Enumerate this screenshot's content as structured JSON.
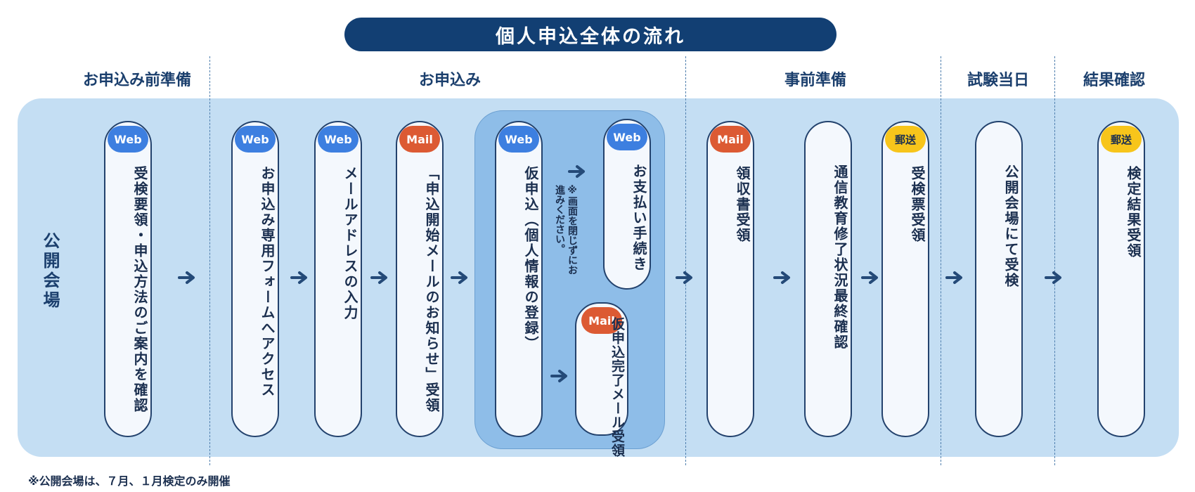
{
  "title": "個人申込全体の流れ",
  "phases": {
    "prep": "お申込み前準備",
    "apply": "お申込み",
    "advance": "事前準備",
    "exam_day": "試験当日",
    "results": "結果確認"
  },
  "venue_label": "公開会場",
  "badges": {
    "web": "Web",
    "mail": "Mail",
    "post": "郵送"
  },
  "steps": {
    "s1": "受検要領・申込方法のご案内を確認",
    "s2": "お申込み専用フォームへアクセス",
    "s3": "メールアドレスの入力",
    "s4": "「申込開始メールのお知らせ」受領",
    "s5": "仮申込（個人情報の登録）",
    "s6": "お支払い手続き",
    "s7": "仮申込完了メール受領",
    "s8": "領収書受領",
    "s9": "通信教育修了状況最終確認",
    "s10": "受検票受領",
    "s11": "公開会場にて受検",
    "s12": "検定結果受領"
  },
  "payment_note": "※画面を閉じずにお進みください。",
  "footnote": "※公開会場は、７月、１月検定のみ開催",
  "colors": {
    "title_bg": "#123f73",
    "band": "#c4def3",
    "group": "#8ebde8",
    "web_badge": "#3d7fe0",
    "mail_badge": "#dc5a33",
    "post_badge": "#f7c51b",
    "arrow": "#244a78"
  }
}
